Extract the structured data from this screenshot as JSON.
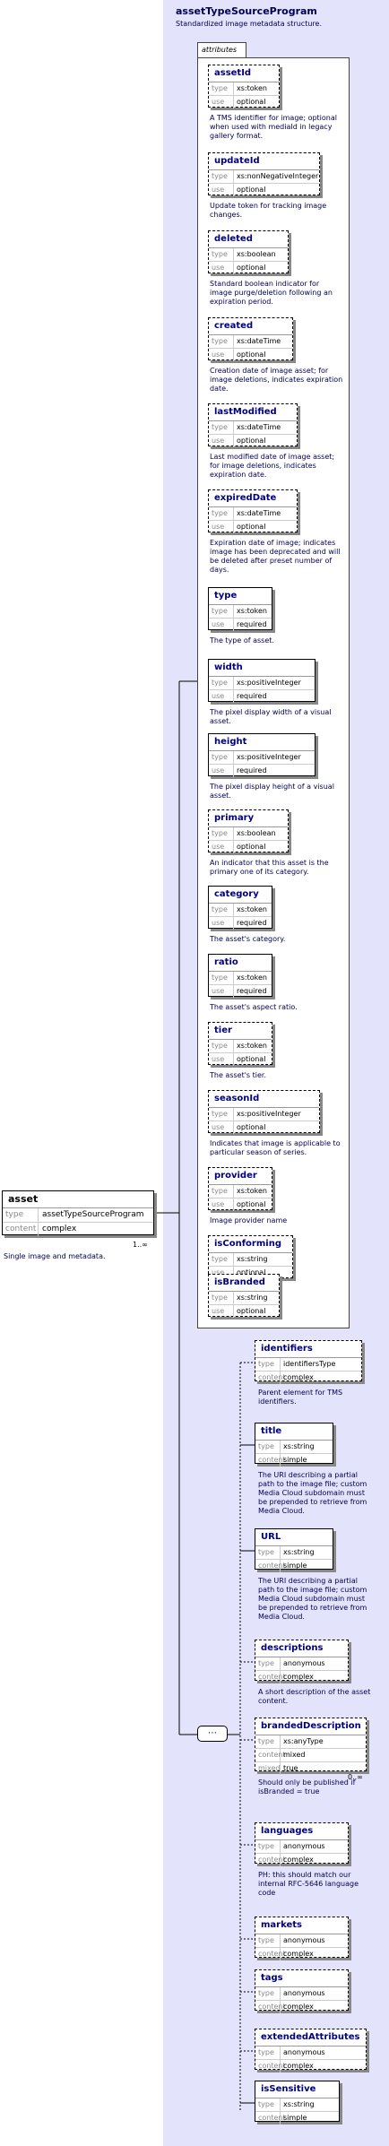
{
  "type_name": "assetTypeSourceProgram",
  "type_doc": "Standardized image metadata structure.",
  "attributes_tab": "attributes",
  "root": {
    "name": "asset",
    "type_key": "type",
    "type_value": "assetTypeSourceProgram",
    "content_key": "content",
    "content_value": "complex",
    "multiplicity": "1..∞",
    "doc": "Single image and metadata."
  },
  "attributes": [
    {
      "name": "assetId",
      "type": "xs:token",
      "use": "optional",
      "doc": [
        "A TMS identifier for image; optional",
        "when used with mediaId in legacy",
        "gallery format."
      ]
    },
    {
      "name": "updateId",
      "type": "xs:nonNegativeInteger",
      "use": "optional",
      "doc": [
        "Update token for tracking image",
        "changes."
      ]
    },
    {
      "name": "deleted",
      "type": "xs:boolean",
      "use": "optional",
      "doc": [
        "Standard boolean indicator for",
        "image purge/deletion following an",
        "expiration period."
      ]
    },
    {
      "name": "created",
      "type": "xs:dateTime",
      "use": "optional",
      "doc": [
        "Creation date of image asset; for",
        "image deletions, indicates expiration",
        "date."
      ]
    },
    {
      "name": "lastModified",
      "type": "xs:dateTime",
      "use": "optional",
      "doc": [
        "Last modified date of image asset;",
        "for image deletions, indicates",
        "expiration date."
      ]
    },
    {
      "name": "expiredDate",
      "type": "xs:dateTime",
      "use": "optional",
      "doc": [
        "Expiration date of image; indicates",
        "image has been deprecated and will",
        "be deleted after preset number of",
        "days."
      ]
    },
    {
      "name": "type",
      "type": "xs:token",
      "use": "required",
      "doc": [
        "The type of asset."
      ]
    },
    {
      "name": "width",
      "type": "xs:positiveInteger",
      "use": "required",
      "doc": [
        "The pixel display width of a visual",
        "asset."
      ]
    },
    {
      "name": "height",
      "type": "xs:positiveInteger",
      "use": "required",
      "doc": [
        "The pixel display height of a visual",
        "asset."
      ]
    },
    {
      "name": "primary",
      "type": "xs:boolean",
      "use": "optional",
      "doc": [
        "An indicator that this asset is the",
        "primary one of its category."
      ]
    },
    {
      "name": "category",
      "type": "xs:token",
      "use": "required",
      "doc": [
        "The asset's category."
      ]
    },
    {
      "name": "ratio",
      "type": "xs:token",
      "use": "required",
      "doc": [
        "The asset's aspect ratio."
      ]
    },
    {
      "name": "tier",
      "type": "xs:token",
      "use": "optional",
      "doc": [
        "The asset's tier."
      ]
    },
    {
      "name": "seasonId",
      "type": "xs:positiveInteger",
      "use": "optional",
      "doc": [
        "Indicates that image is applicable to",
        "particular season of series."
      ]
    },
    {
      "name": "provider",
      "type": "xs:token",
      "use": "optional",
      "doc": [
        "Image provider name"
      ]
    },
    {
      "name": "isConforming",
      "type": "xs:string",
      "use": "optional",
      "doc": []
    },
    {
      "name": "isBranded",
      "type": "xs:string",
      "use": "optional",
      "doc": []
    }
  ],
  "elements": [
    {
      "name": "identifiers",
      "k1": "type",
      "v1": "identifiersType",
      "k2": "content",
      "v2": "complex",
      "doc": [
        "Parent element for TMS",
        "identifiers."
      ]
    },
    {
      "name": "title",
      "k1": "type",
      "v1": "xs:string",
      "k2": "content",
      "v2": "simple",
      "doc": [
        "The URI describing a partial",
        "path to the image file; custom",
        "Media Cloud subdomain must",
        "be prepended to retrieve from",
        "Media Cloud."
      ]
    },
    {
      "name": "URL",
      "k1": "type",
      "v1": "xs:string",
      "k2": "content",
      "v2": "simple",
      "doc": [
        "The URI describing a partial",
        "path to the image file; custom",
        "Media Cloud subdomain must",
        "be prepended to retrieve from",
        "Media Cloud."
      ]
    },
    {
      "name": "descriptions",
      "k1": "type",
      "v1": "anonymous",
      "k2": "content",
      "v2": "complex",
      "doc": [
        "A short description of the asset",
        "content."
      ]
    },
    {
      "name": "brandedDescription",
      "k1": "type",
      "v1": "xs:anyType",
      "k2": "content",
      "v2": "mixed",
      "k3": "mixed",
      "v3": "true",
      "mult": "0..∞",
      "doc": [
        "Should only be published if",
        "isBranded = true"
      ]
    },
    {
      "name": "languages",
      "k1": "type",
      "v1": "anonymous",
      "k2": "content",
      "v2": "complex",
      "doc": [
        "PH: this should match our",
        "internal RFC-5646 language",
        "code"
      ]
    },
    {
      "name": "markets",
      "k1": "type",
      "v1": "anonymous",
      "k2": "content",
      "v2": "complex",
      "doc": []
    },
    {
      "name": "tags",
      "k1": "type",
      "v1": "anonymous",
      "k2": "content",
      "v2": "complex",
      "doc": []
    },
    {
      "name": "extendedAttributes",
      "k1": "type",
      "v1": "anonymous",
      "k2": "content",
      "v2": "complex",
      "doc": []
    },
    {
      "name": "isSensitive",
      "k1": "type",
      "v1": "xs:string",
      "k2": "content",
      "v2": "simple",
      "doc": []
    }
  ],
  "labels": {
    "type": "type",
    "use": "use"
  },
  "colors": {
    "panel": "#e3e3fb",
    "title": "#000050"
  }
}
